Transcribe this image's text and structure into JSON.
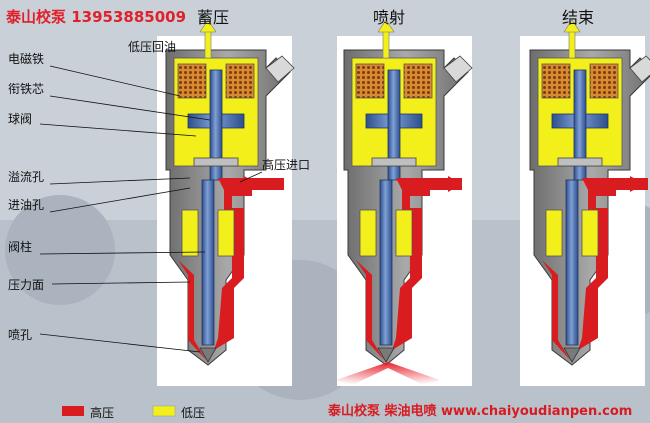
{
  "brand": {
    "top_left": "泰山校泵 13953885009"
  },
  "stages": [
    {
      "title": "蓄压"
    },
    {
      "title": "喷射"
    },
    {
      "title": "结束"
    }
  ],
  "labels": {
    "left": [
      "电磁铁",
      "衔铁芯",
      "球阀",
      "溢流孔",
      "进油孔",
      "阀柱",
      "压力面",
      "喷孔"
    ],
    "low_pressure_return": "低压回油",
    "high_pressure_inlet": "高压进口"
  },
  "legend": {
    "high": {
      "label": "高压",
      "color": "#d81c20"
    },
    "low": {
      "label": "低压",
      "color": "#f2ef1a"
    }
  },
  "footer": "泰山校泵 柴油电喷 www.chaiyoudianpen.com",
  "colors": {
    "background": "#c9d0d8",
    "panel": "#ffffff",
    "body": "#8a8a8a",
    "piston": "#3f66a6",
    "coil": "#d9862c",
    "arrow_yellow": "#f2ef1a",
    "brand_red": "#e0202a"
  }
}
